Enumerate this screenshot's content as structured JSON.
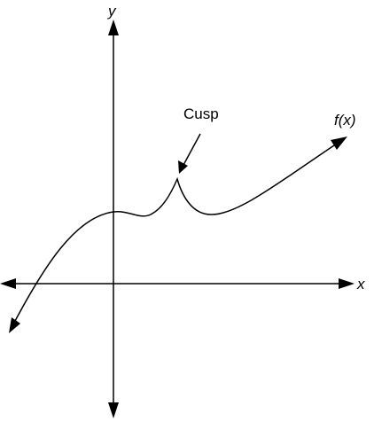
{
  "axes": {
    "x_label": "x",
    "y_label": "y"
  },
  "curve": {
    "label": "f(x)"
  },
  "annotation": {
    "label": "Cusp"
  }
}
